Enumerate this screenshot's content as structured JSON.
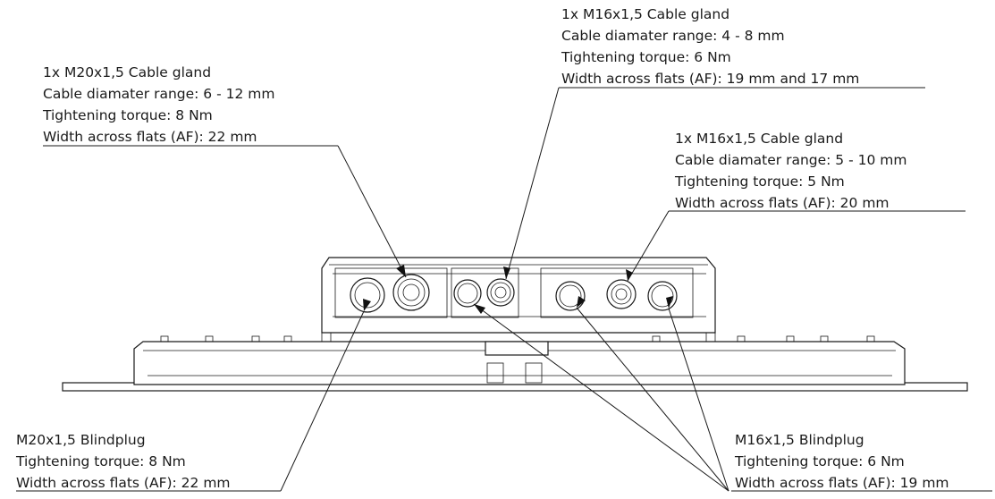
{
  "callouts": {
    "m20_gland": [
      "1x M20x1,5 Cable gland",
      "Cable diamater range: 6 - 12 mm",
      "Tightening torque: 8 Nm",
      "Width across flats (AF): 22 mm"
    ],
    "m16_gland_top": [
      "1x M16x1,5 Cable gland",
      "Cable diamater range: 4 - 8 mm",
      "Tightening torque:  6 Nm",
      "Width across flats (AF): 19 mm and 17 mm"
    ],
    "m16_gland_right": [
      "1x M16x1,5 Cable gland",
      "Cable diamater range: 5 - 10 mm",
      "Tightening torque: 5 Nm",
      "Width across flats (AF): 20 mm"
    ],
    "m20_blindplug": [
      "M20x1,5 Blindplug",
      "Tightening torque: 8 Nm",
      "Width across flats (AF): 22 mm"
    ],
    "m16_blindplug": [
      "M16x1,5 Blindplug",
      "Tightening torque: 6 Nm",
      "Width across flats (AF): 19 mm"
    ]
  }
}
